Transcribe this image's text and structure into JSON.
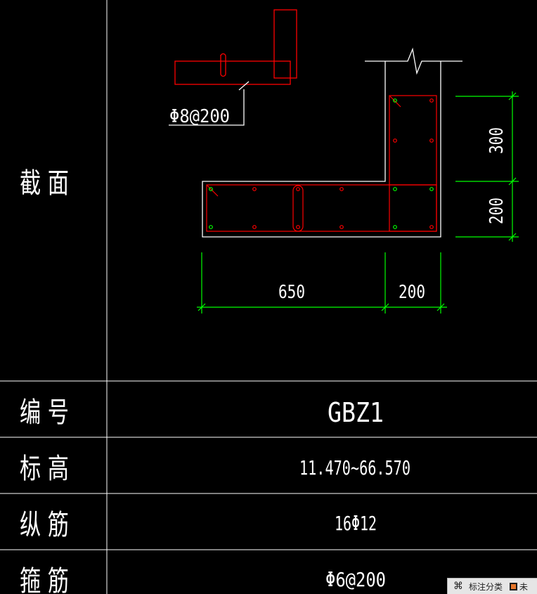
{
  "table": {
    "rows": [
      {
        "label": "截 面"
      },
      {
        "label": "编 号",
        "value": "GBZ1"
      },
      {
        "label": "标 高",
        "value": "11.470~66.570"
      },
      {
        "label": "纵 筋",
        "value": "16Φ12"
      },
      {
        "label": "箍 筋",
        "value": "Φ6@200"
      }
    ]
  },
  "section": {
    "tie_label": "Φ8@200",
    "dimensions": {
      "horizontal": [
        "650",
        "200"
      ],
      "vertical": [
        "300",
        "200"
      ]
    }
  },
  "toolbar": {
    "icon": "clover-icon",
    "label": "标注分类",
    "trailing_text": "未"
  },
  "colors": {
    "background": "#000000",
    "grid_line": "#ffffff",
    "rebar": "#ff0000",
    "dimension": "#00ff00"
  }
}
